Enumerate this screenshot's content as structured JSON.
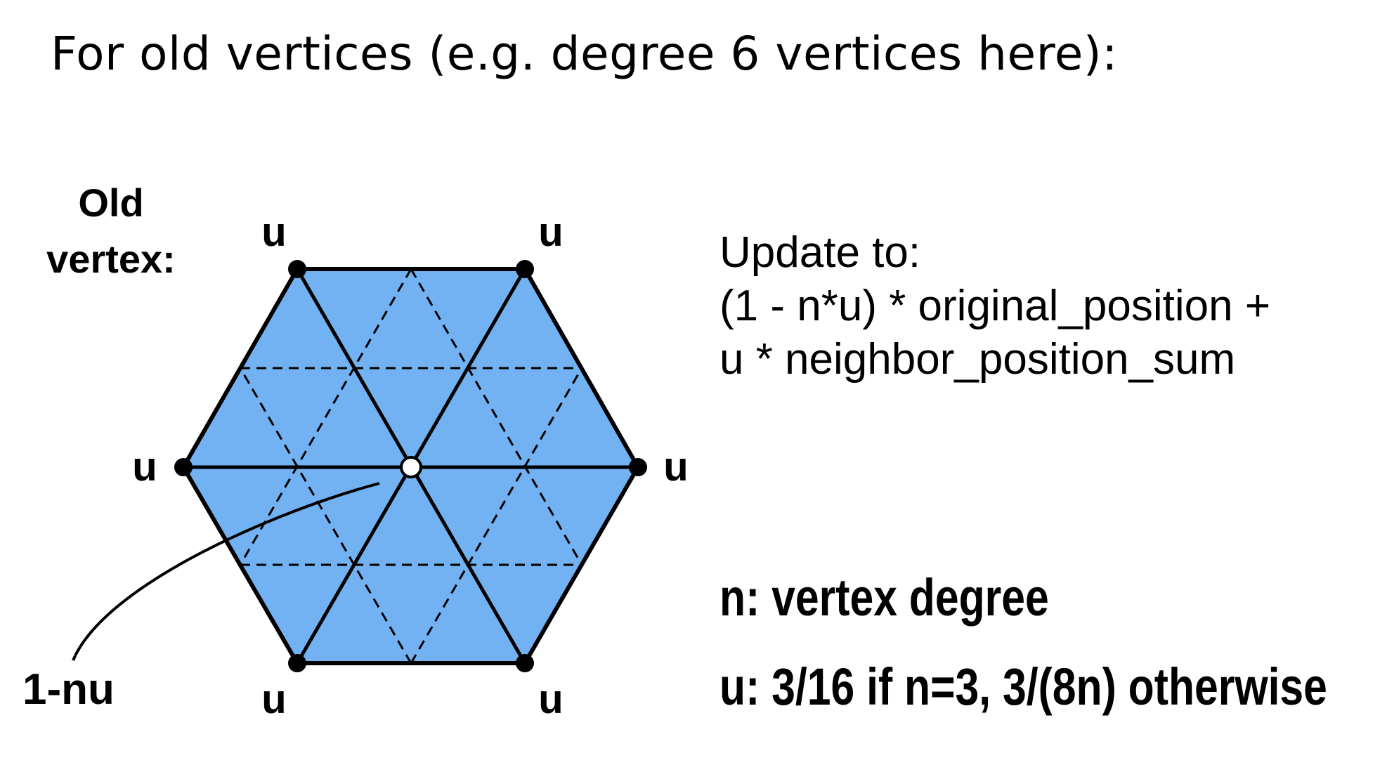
{
  "heading": "For old vertices (e.g. degree 6 vertices here):",
  "diagram": {
    "old_vertex_label_line1": "Old",
    "old_vertex_label_line2": "vertex:",
    "neighbor_weight_label": "u",
    "center_weight_label": "1-nu",
    "colors": {
      "fill": "#73b2f2",
      "edge": "#000000",
      "center_vertex": "#ffffff"
    }
  },
  "update_rule": {
    "line1": "Update to:",
    "line2": "(1 - n*u) * original_position +",
    "line3": "u * neighbor_position_sum"
  },
  "definitions": {
    "n": "n: vertex degree",
    "u": "u: 3/16 if n=3, 3/(8n) otherwise"
  }
}
